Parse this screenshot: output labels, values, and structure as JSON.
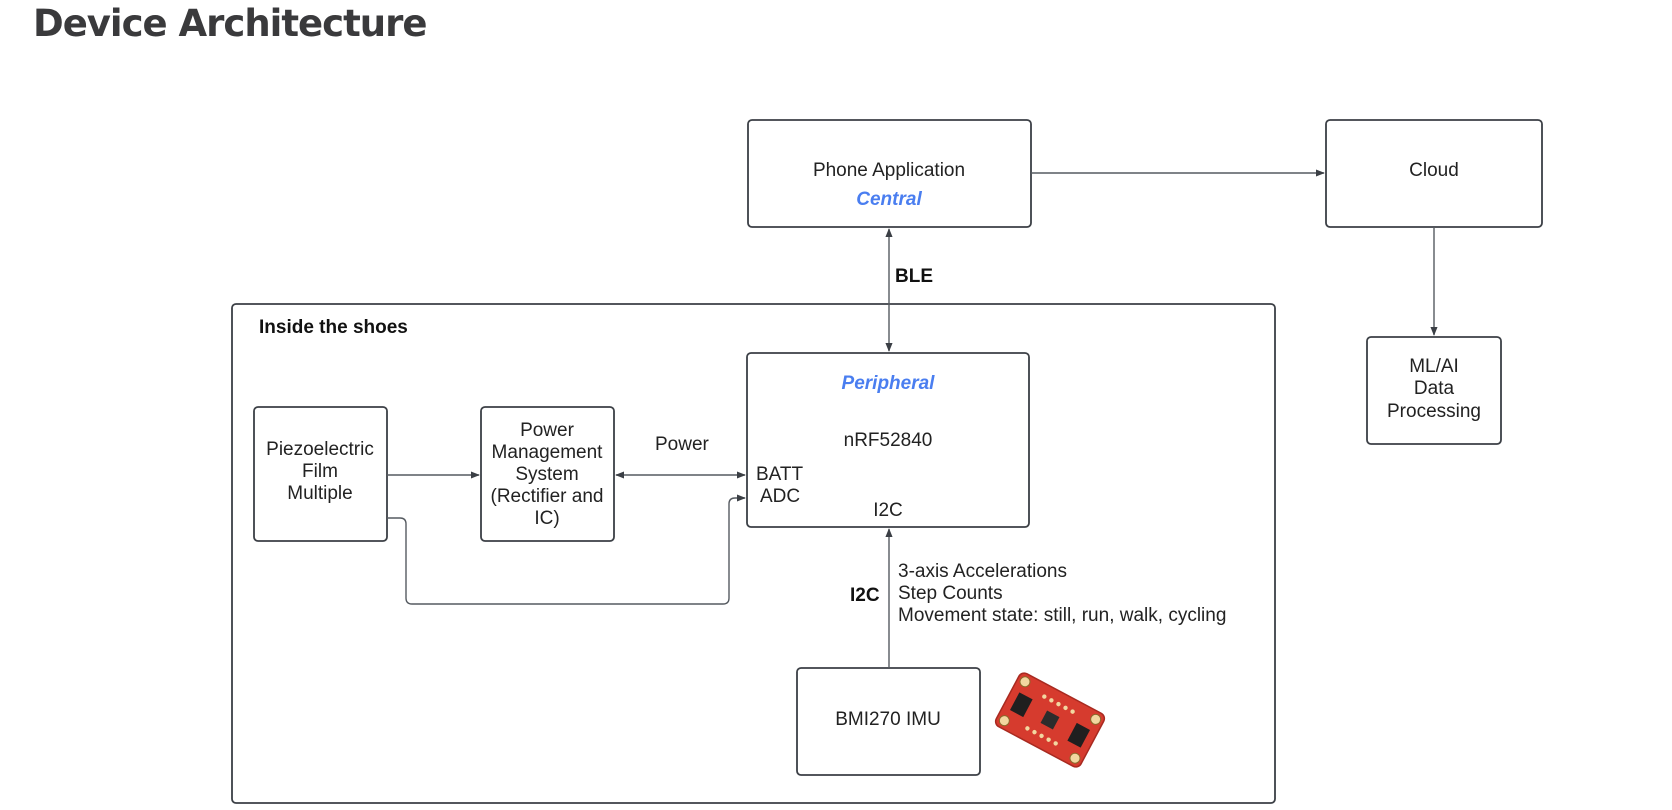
{
  "heading": "Device Architecture",
  "colors": {
    "accent": "#4a7ef0",
    "stroke": "#3b3f45",
    "board_red": "#d63b2e"
  },
  "diagram": {
    "container_label": "Inside the shoes",
    "phone": {
      "title": "Phone Application",
      "role": "Central"
    },
    "cloud": {
      "title": "Cloud"
    },
    "ml": {
      "lines": [
        "ML/AI",
        "Data",
        "Processing"
      ]
    },
    "mcu": {
      "role": "Peripheral",
      "title": "nRF52840",
      "batt_lines": [
        "BATT",
        "ADC"
      ],
      "i2c_port": "I2C"
    },
    "piezo": {
      "lines": [
        "Piezoelectric",
        "Film",
        "Multiple"
      ]
    },
    "pms": {
      "lines": [
        "Power",
        "Management",
        "System",
        "(Rectifier and",
        "IC)"
      ]
    },
    "imu": {
      "title": "BMI270 IMU",
      "board_image": "imu-breakout-board"
    },
    "links": {
      "ble": "BLE",
      "power": "Power",
      "i2c": "I2C",
      "imu_data": [
        "3-axis Accelerations",
        "Step Counts",
        "Movement state: still, run, walk, cycling"
      ]
    }
  }
}
